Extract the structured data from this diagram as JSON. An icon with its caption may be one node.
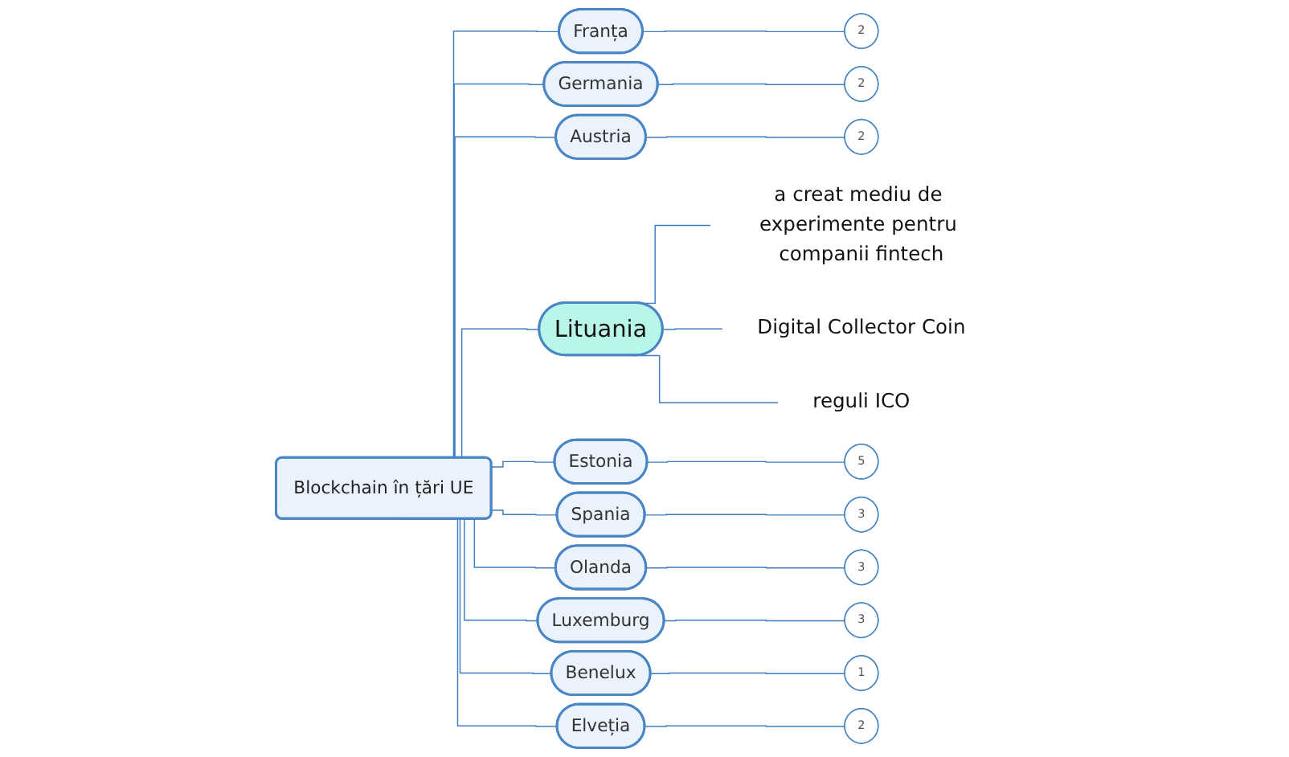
{
  "diagram": {
    "nodes": [
      {
        "text": [
          "Blockchain în țări UE"
        ]
      },
      {
        "text": [
          "Franța"
        ]
      },
      {
        "text": [
          "2"
        ]
      },
      {
        "text": [
          "Germania"
        ]
      },
      {
        "text": [
          "2"
        ]
      },
      {
        "text": [
          "Austria"
        ]
      },
      {
        "text": [
          "2"
        ]
      },
      {
        "text": [
          "Lituania"
        ]
      },
      {
        "text": [
          "a creat mediu de experimente pentru companii fintech"
        ]
      },
      {
        "text": [
          "Digital Collector Coin"
        ]
      },
      {
        "text": [
          "reguli ICO"
        ]
      },
      {
        "text": [
          "Estonia"
        ]
      },
      {
        "text": [
          "5"
        ]
      },
      {
        "text": [
          "Spania"
        ]
      },
      {
        "text": [
          "3"
        ]
      },
      {
        "text": [
          "Olanda"
        ]
      },
      {
        "text": [
          "3"
        ]
      },
      {
        "text": [
          "Luxemburg"
        ]
      },
      {
        "text": [
          "3"
        ]
      },
      {
        "text": [
          "Benelux"
        ]
      },
      {
        "text": [
          "1"
        ]
      },
      {
        "text": [
          "Elveția"
        ]
      },
      {
        "text": [
          "2"
        ]
      }
    ],
    "edges": [
      {
        "from": 0,
        "to": 1,
        "arrow": "none"
      },
      {
        "from": 1,
        "to": 2,
        "arrow": "none"
      },
      {
        "from": 0,
        "to": 3,
        "arrow": "none"
      },
      {
        "from": 3,
        "to": 4,
        "arrow": "none"
      },
      {
        "from": 0,
        "to": 5,
        "arrow": "none"
      },
      {
        "from": 5,
        "to": 6,
        "arrow": "none"
      },
      {
        "from": 0,
        "to": 7,
        "arrow": "none"
      },
      {
        "from": 7,
        "to": 8,
        "arrow": "none"
      },
      {
        "from": 7,
        "to": 9,
        "arrow": "none"
      },
      {
        "from": 7,
        "to": 10,
        "arrow": "none"
      },
      {
        "from": 0,
        "to": 11,
        "arrow": "none"
      },
      {
        "from": 11,
        "to": 12,
        "arrow": "none"
      },
      {
        "from": 0,
        "to": 13,
        "arrow": "none"
      },
      {
        "from": 13,
        "to": 14,
        "arrow": "none"
      },
      {
        "from": 0,
        "to": 15,
        "arrow": "none"
      },
      {
        "from": 15,
        "to": 16,
        "arrow": "none"
      },
      {
        "from": 0,
        "to": 17,
        "arrow": "none"
      },
      {
        "from": 17,
        "to": 18,
        "arrow": "none"
      },
      {
        "from": 0,
        "to": 19,
        "arrow": "none"
      },
      {
        "from": 19,
        "to": 20,
        "arrow": "none"
      },
      {
        "from": 0,
        "to": 21,
        "arrow": "none"
      },
      {
        "from": 21,
        "to": 22,
        "arrow": "none"
      }
    ]
  }
}
